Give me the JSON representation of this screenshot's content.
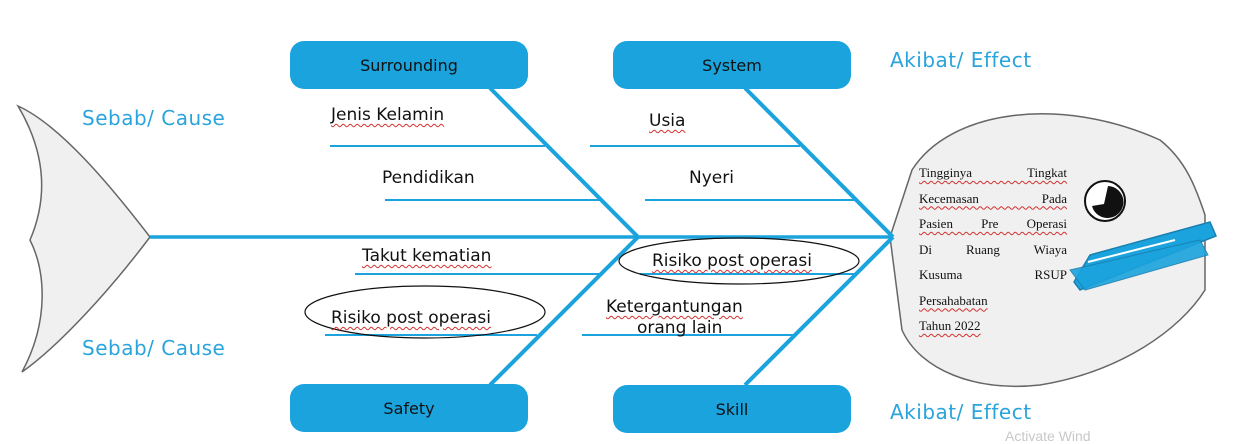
{
  "labels": {
    "cause_top": "Sebab/ Cause",
    "cause_bottom": "Sebab/ Cause",
    "effect_top": "Akibat/ Effect",
    "effect_bottom": "Akibat/ Effect"
  },
  "categories": {
    "surrounding": "Surrounding",
    "system": "System",
    "safety": "Safety",
    "skill": "Skill"
  },
  "causes": {
    "jenis_kelamin": "Jenis Kelamin",
    "pendidikan": "Pendidikan",
    "takut_kematian": "Takut kematian",
    "risiko_left": "Risiko post operasi",
    "usia": "Usia",
    "nyeri": "Nyeri",
    "risiko_right": "Risiko post operasi",
    "ketergantungan_1": "Ketergantungan",
    "ketergantungan_2": "orang lain"
  },
  "effect": {
    "lines": [
      "Tingginya Tingkat",
      "Kecemasan Pada",
      "Pasien Pre Operasi",
      "Di Ruang Wiaya",
      "Kusuma RSUP",
      "Persahabatan",
      "Tahun 2022"
    ]
  },
  "watermark": "Activate Wind",
  "colors": {
    "accent": "#1aa3dd",
    "label_blue": "#2aa4dc",
    "fish_fill": "#f0f0f0"
  }
}
